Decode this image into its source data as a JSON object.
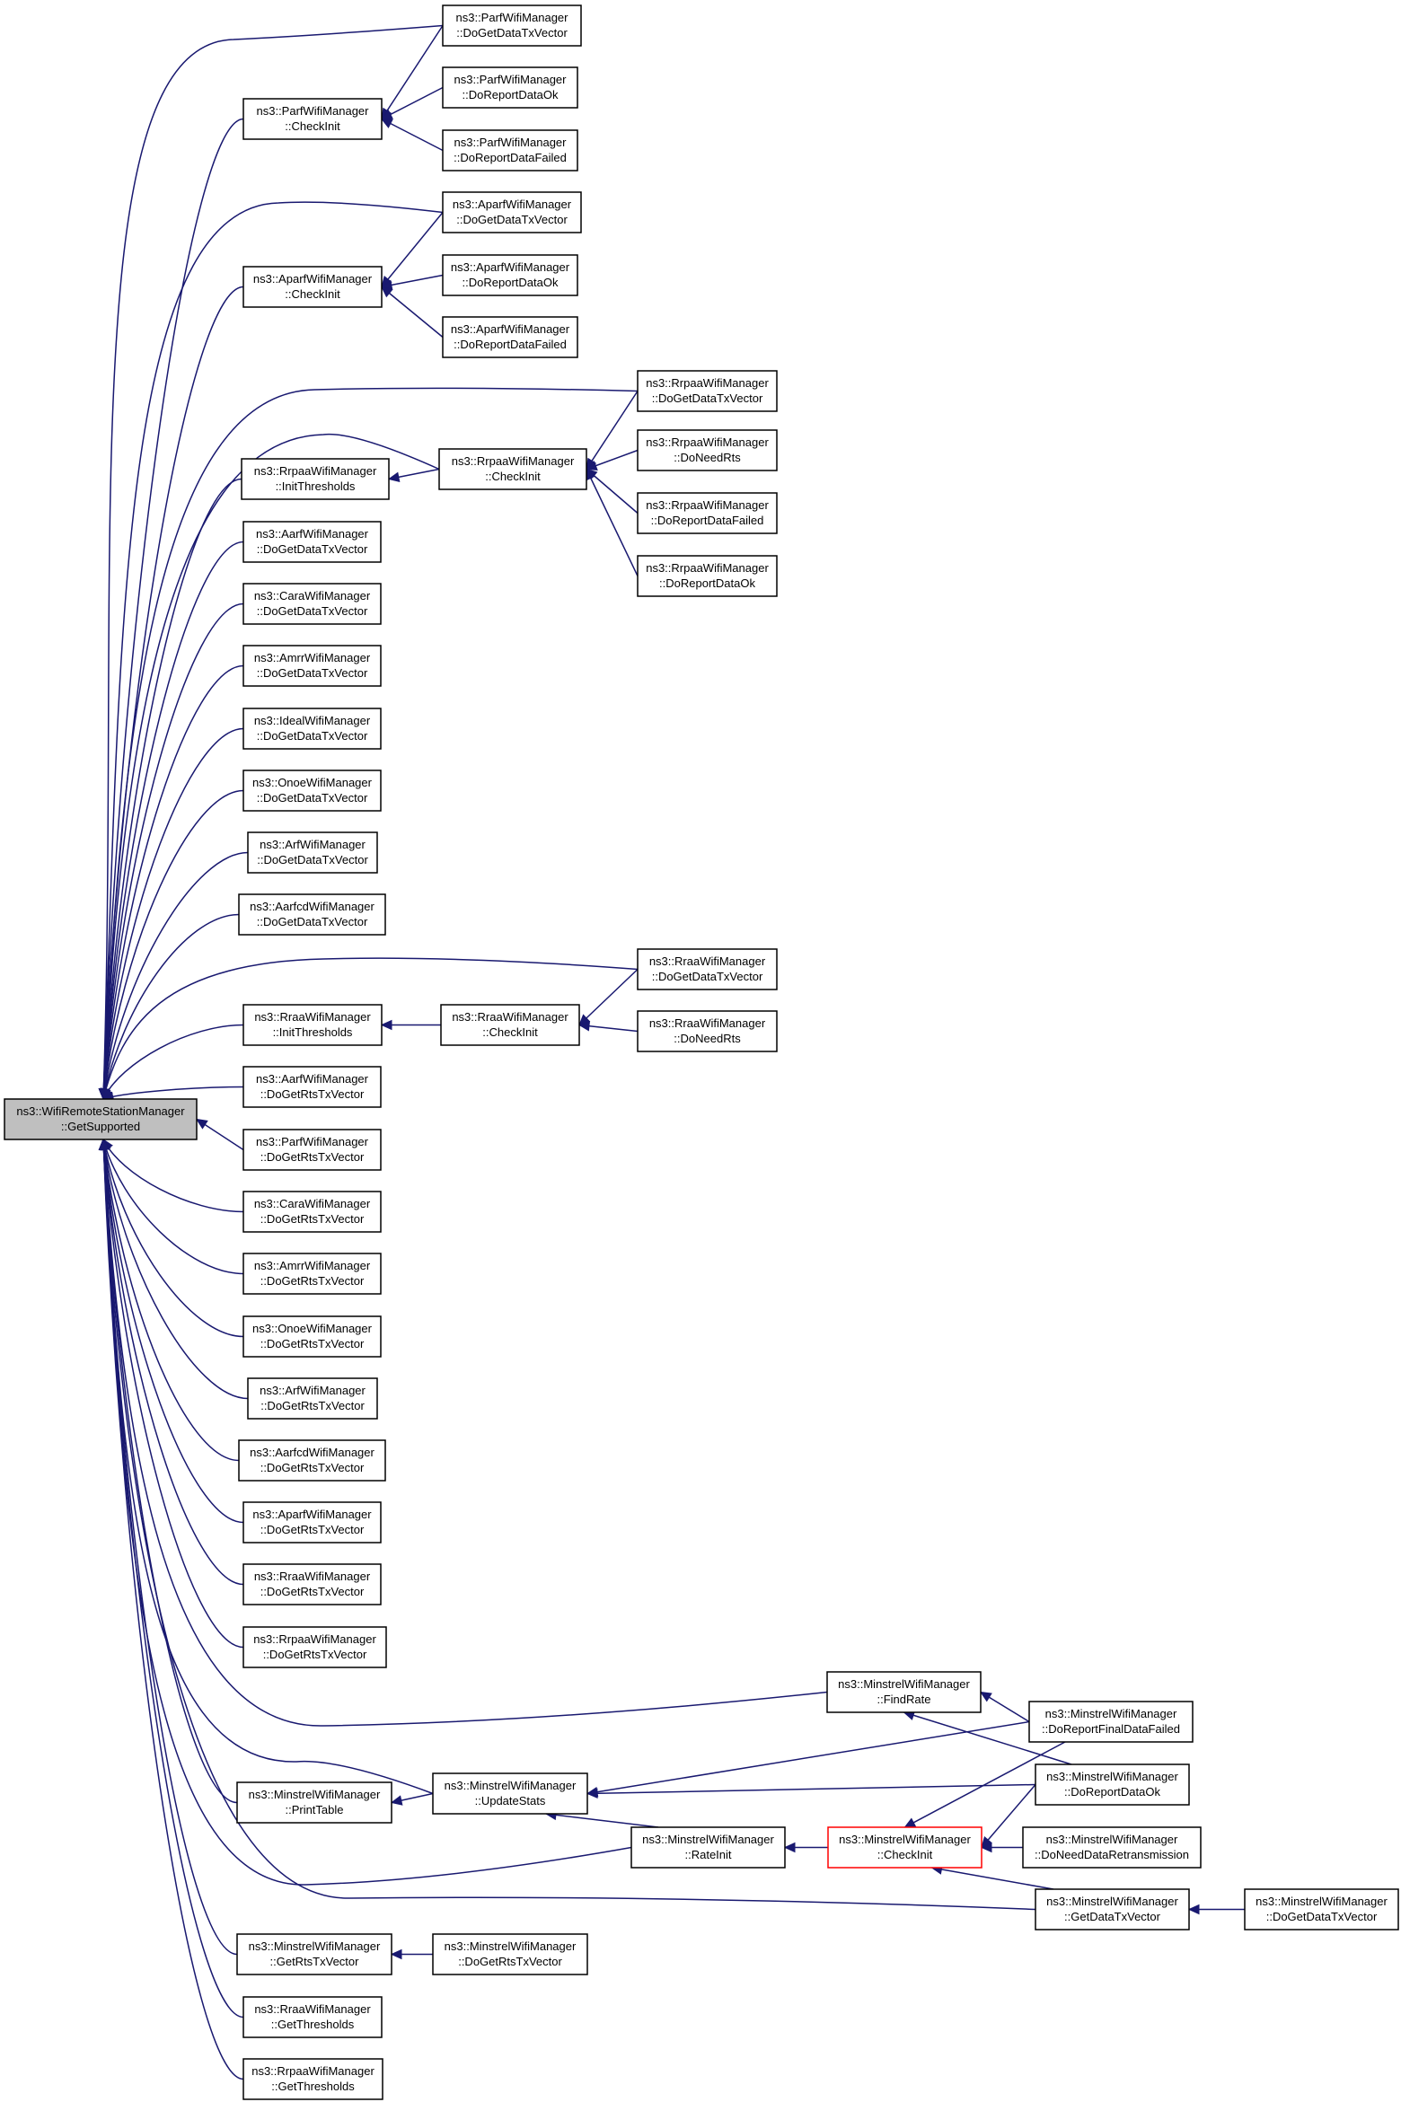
{
  "colors": {
    "edge": "#191970",
    "root_fill": "#bfbfbf",
    "highlight_border": "#ff0000"
  },
  "nodes": [
    {
      "id": "root",
      "line1": "ns3::WifiRemoteStationManager",
      "line2": "::GetSupported",
      "style": "root"
    },
    {
      "id": "parf_check",
      "line1": "ns3::ParfWifiManager",
      "line2": "::CheckInit"
    },
    {
      "id": "parf_dgdtv",
      "line1": "ns3::ParfWifiManager",
      "line2": "::DoGetDataTxVector"
    },
    {
      "id": "parf_drdo",
      "line1": "ns3::ParfWifiManager",
      "line2": "::DoReportDataOk"
    },
    {
      "id": "parf_drdf",
      "line1": "ns3::ParfWifiManager",
      "line2": "::DoReportDataFailed"
    },
    {
      "id": "aparf_check",
      "line1": "ns3::AparfWifiManager",
      "line2": "::CheckInit"
    },
    {
      "id": "aparf_dgdtv",
      "line1": "ns3::AparfWifiManager",
      "line2": "::DoGetDataTxVector"
    },
    {
      "id": "aparf_drdo",
      "line1": "ns3::AparfWifiManager",
      "line2": "::DoReportDataOk"
    },
    {
      "id": "aparf_drdf",
      "line1": "ns3::AparfWifiManager",
      "line2": "::DoReportDataFailed"
    },
    {
      "id": "rrpaa_init",
      "line1": "ns3::RrpaaWifiManager",
      "line2": "::InitThresholds"
    },
    {
      "id": "rrpaa_check",
      "line1": "ns3::RrpaaWifiManager",
      "line2": "::CheckInit"
    },
    {
      "id": "rrpaa_dgdtv",
      "line1": "ns3::RrpaaWifiManager",
      "line2": "::DoGetDataTxVector"
    },
    {
      "id": "rrpaa_dnr",
      "line1": "ns3::RrpaaWifiManager",
      "line2": "::DoNeedRts"
    },
    {
      "id": "rrpaa_drdf",
      "line1": "ns3::RrpaaWifiManager",
      "line2": "::DoReportDataFailed"
    },
    {
      "id": "rrpaa_drdo",
      "line1": "ns3::RrpaaWifiManager",
      "line2": "::DoReportDataOk"
    },
    {
      "id": "aarf_dgdtv",
      "line1": "ns3::AarfWifiManager",
      "line2": "::DoGetDataTxVector"
    },
    {
      "id": "cara_dgdtv",
      "line1": "ns3::CaraWifiManager",
      "line2": "::DoGetDataTxVector"
    },
    {
      "id": "amrr_dgdtv",
      "line1": "ns3::AmrrWifiManager",
      "line2": "::DoGetDataTxVector"
    },
    {
      "id": "ideal_dgdtv",
      "line1": "ns3::IdealWifiManager",
      "line2": "::DoGetDataTxVector"
    },
    {
      "id": "onoe_dgdtv",
      "line1": "ns3::OnoeWifiManager",
      "line2": "::DoGetDataTxVector"
    },
    {
      "id": "arf_dgdtv",
      "line1": "ns3::ArfWifiManager",
      "line2": "::DoGetDataTxVector"
    },
    {
      "id": "aarfcd_dgdtv",
      "line1": "ns3::AarfcdWifiManager",
      "line2": "::DoGetDataTxVector"
    },
    {
      "id": "rraa_init",
      "line1": "ns3::RraaWifiManager",
      "line2": "::InitThresholds"
    },
    {
      "id": "rraa_check",
      "line1": "ns3::RraaWifiManager",
      "line2": "::CheckInit"
    },
    {
      "id": "rraa_dgdtv",
      "line1": "ns3::RraaWifiManager",
      "line2": "::DoGetDataTxVector"
    },
    {
      "id": "rraa_dnr",
      "line1": "ns3::RraaWifiManager",
      "line2": "::DoNeedRts"
    },
    {
      "id": "aarf_dgrtv",
      "line1": "ns3::AarfWifiManager",
      "line2": "::DoGetRtsTxVector"
    },
    {
      "id": "parf_dgrtv",
      "line1": "ns3::ParfWifiManager",
      "line2": "::DoGetRtsTxVector"
    },
    {
      "id": "cara_dgrtv",
      "line1": "ns3::CaraWifiManager",
      "line2": "::DoGetRtsTxVector"
    },
    {
      "id": "amrr_dgrtv",
      "line1": "ns3::AmrrWifiManager",
      "line2": "::DoGetRtsTxVector"
    },
    {
      "id": "onoe_dgrtv",
      "line1": "ns3::OnoeWifiManager",
      "line2": "::DoGetRtsTxVector"
    },
    {
      "id": "arf_dgrtv",
      "line1": "ns3::ArfWifiManager",
      "line2": "::DoGetRtsTxVector"
    },
    {
      "id": "aarfcd_dgrtv",
      "line1": "ns3::AarfcdWifiManager",
      "line2": "::DoGetRtsTxVector"
    },
    {
      "id": "aparf_dgrtv",
      "line1": "ns3::AparfWifiManager",
      "line2": "::DoGetRtsTxVector"
    },
    {
      "id": "rraa_dgrtv",
      "line1": "ns3::RraaWifiManager",
      "line2": "::DoGetRtsTxVector"
    },
    {
      "id": "rrpaa_dgrtv",
      "line1": "ns3::RrpaaWifiManager",
      "line2": "::DoGetRtsTxVector"
    },
    {
      "id": "min_find",
      "line1": "ns3::MinstrelWifiManager",
      "line2": "::FindRate"
    },
    {
      "id": "min_drfdf",
      "line1": "ns3::MinstrelWifiManager",
      "line2": "::DoReportFinalDataFailed"
    },
    {
      "id": "min_print",
      "line1": "ns3::MinstrelWifiManager",
      "line2": "::PrintTable"
    },
    {
      "id": "min_update",
      "line1": "ns3::MinstrelWifiManager",
      "line2": "::UpdateStats"
    },
    {
      "id": "min_drdo",
      "line1": "ns3::MinstrelWifiManager",
      "line2": "::DoReportDataOk"
    },
    {
      "id": "min_rateinit",
      "line1": "ns3::MinstrelWifiManager",
      "line2": "::RateInit"
    },
    {
      "id": "min_check",
      "line1": "ns3::MinstrelWifiManager",
      "line2": "::CheckInit",
      "style": "red"
    },
    {
      "id": "min_dndr",
      "line1": "ns3::MinstrelWifiManager",
      "line2": "::DoNeedDataRetransmission"
    },
    {
      "id": "min_gdtv",
      "line1": "ns3::MinstrelWifiManager",
      "line2": "::GetDataTxVector"
    },
    {
      "id": "min_dgdtv",
      "line1": "ns3::MinstrelWifiManager",
      "line2": "::DoGetDataTxVector"
    },
    {
      "id": "min_grtv",
      "line1": "ns3::MinstrelWifiManager",
      "line2": "::GetRtsTxVector"
    },
    {
      "id": "min_dgrtv",
      "line1": "ns3::MinstrelWifiManager",
      "line2": "::DoGetRtsTxVector"
    },
    {
      "id": "rraa_gt",
      "line1": "ns3::RraaWifiManager",
      "line2": "::GetThresholds"
    },
    {
      "id": "rrpaa_gt",
      "line1": "ns3::RrpaaWifiManager",
      "line2": "::GetThresholds"
    }
  ],
  "edges": [
    [
      "root",
      "parf_dgdtv"
    ],
    [
      "root",
      "parf_check"
    ],
    [
      "parf_check",
      "parf_dgdtv"
    ],
    [
      "parf_check",
      "parf_drdo"
    ],
    [
      "parf_check",
      "parf_drdf"
    ],
    [
      "root",
      "aparf_dgdtv"
    ],
    [
      "root",
      "aparf_check"
    ],
    [
      "aparf_check",
      "aparf_dgdtv"
    ],
    [
      "aparf_check",
      "aparf_drdo"
    ],
    [
      "aparf_check",
      "aparf_drdf"
    ],
    [
      "root",
      "rrpaa_dgdtv"
    ],
    [
      "root",
      "rrpaa_check"
    ],
    [
      "root",
      "rrpaa_init"
    ],
    [
      "rrpaa_init",
      "rrpaa_check"
    ],
    [
      "rrpaa_check",
      "rrpaa_dgdtv"
    ],
    [
      "rrpaa_check",
      "rrpaa_dnr"
    ],
    [
      "rrpaa_check",
      "rrpaa_drdf"
    ],
    [
      "rrpaa_check",
      "rrpaa_drdo"
    ],
    [
      "root",
      "aarf_dgdtv"
    ],
    [
      "root",
      "cara_dgdtv"
    ],
    [
      "root",
      "amrr_dgdtv"
    ],
    [
      "root",
      "ideal_dgdtv"
    ],
    [
      "root",
      "onoe_dgdtv"
    ],
    [
      "root",
      "arf_dgdtv"
    ],
    [
      "root",
      "aarfcd_dgdtv"
    ],
    [
      "root",
      "rraa_dgdtv"
    ],
    [
      "root",
      "rraa_init"
    ],
    [
      "rraa_init",
      "rraa_check"
    ],
    [
      "rraa_check",
      "rraa_dgdtv"
    ],
    [
      "rraa_check",
      "rraa_dnr"
    ],
    [
      "root",
      "aarf_dgrtv"
    ],
    [
      "root",
      "parf_dgrtv"
    ],
    [
      "root",
      "cara_dgrtv"
    ],
    [
      "root",
      "amrr_dgrtv"
    ],
    [
      "root",
      "onoe_dgrtv"
    ],
    [
      "root",
      "arf_dgrtv"
    ],
    [
      "root",
      "aarfcd_dgrtv"
    ],
    [
      "root",
      "aparf_dgrtv"
    ],
    [
      "root",
      "rraa_dgrtv"
    ],
    [
      "root",
      "rrpaa_dgrtv"
    ],
    [
      "root",
      "min_find"
    ],
    [
      "min_find",
      "min_drfdf"
    ],
    [
      "min_find",
      "min_drdo"
    ],
    [
      "root",
      "min_update"
    ],
    [
      "root",
      "min_print"
    ],
    [
      "min_print",
      "min_update"
    ],
    [
      "min_update",
      "min_drfdf"
    ],
    [
      "min_update",
      "min_drdo"
    ],
    [
      "min_update",
      "min_rateinit"
    ],
    [
      "root",
      "min_rateinit"
    ],
    [
      "min_rateinit",
      "min_check"
    ],
    [
      "min_check",
      "min_drfdf"
    ],
    [
      "min_check",
      "min_drdo"
    ],
    [
      "min_check",
      "min_dndr"
    ],
    [
      "min_check",
      "min_gdtv"
    ],
    [
      "root",
      "min_gdtv"
    ],
    [
      "min_gdtv",
      "min_dgdtv"
    ],
    [
      "root",
      "min_grtv"
    ],
    [
      "min_grtv",
      "min_dgrtv"
    ],
    [
      "root",
      "rraa_gt"
    ],
    [
      "root",
      "rrpaa_gt"
    ]
  ]
}
